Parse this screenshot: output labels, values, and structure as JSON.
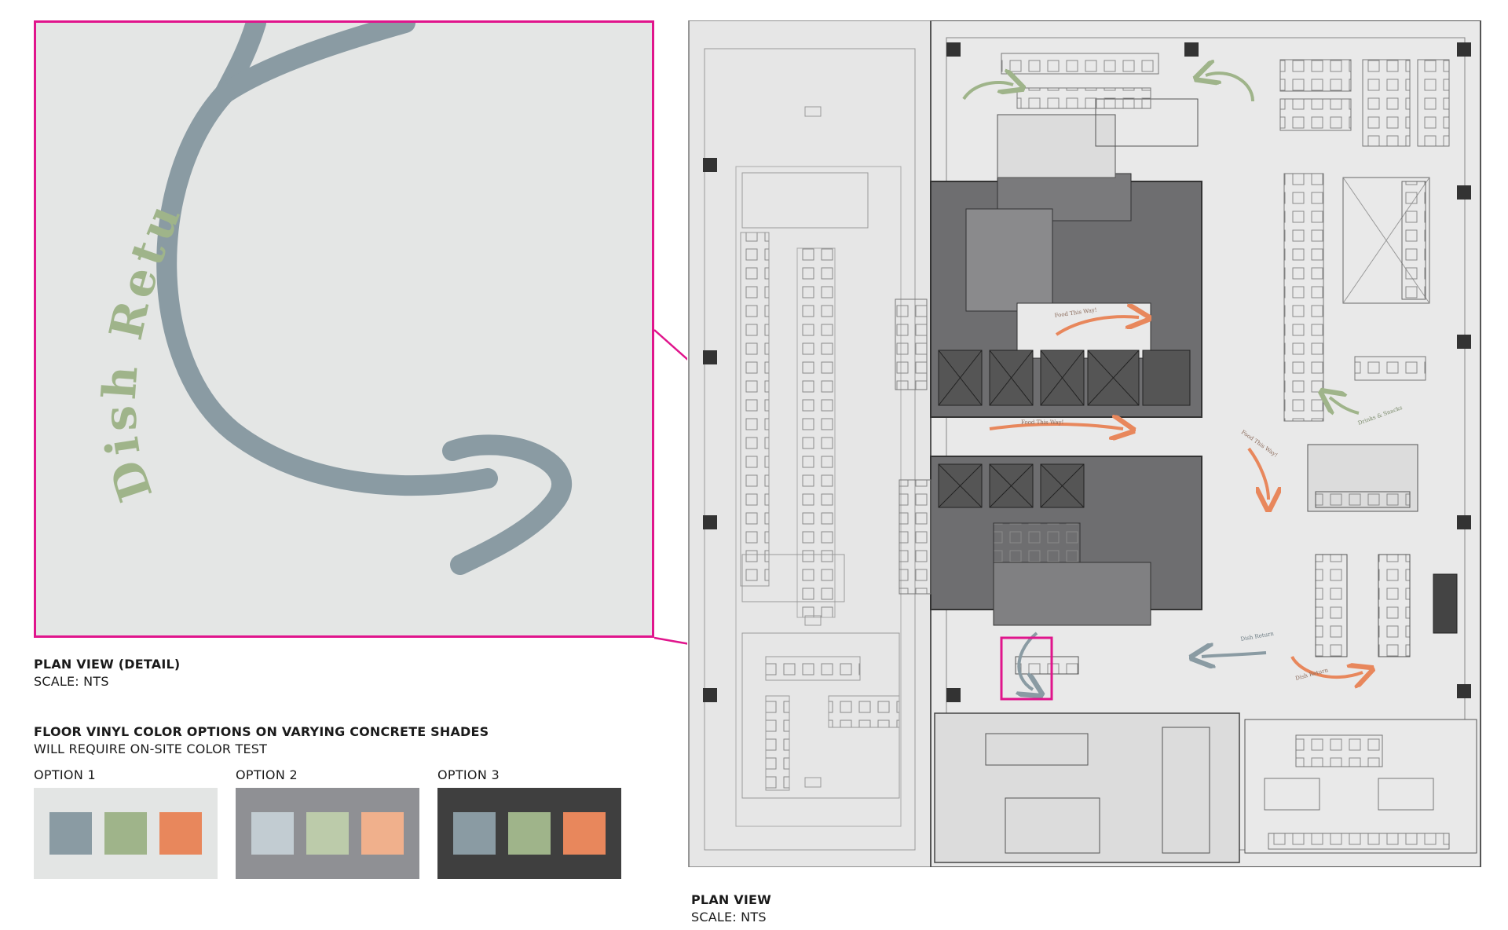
{
  "detail": {
    "label": "Dish Return",
    "colors": {
      "frame": "#e0158c",
      "arrow": "#8a9ba3",
      "text": "#9fb48a",
      "bg": "#e4e6e5"
    }
  },
  "captions": {
    "detail_title": "PLAN VIEW (DETAIL)",
    "detail_scale": "SCALE: NTS",
    "plan_title": "PLAN VIEW",
    "plan_scale": "SCALE: NTS"
  },
  "color_options": {
    "heading": "FLOOR VINYL COLOR OPTIONS ON VARYING CONCRETE SHADES",
    "subheading": "WILL REQUIRE ON-SITE COLOR TEST",
    "options": [
      {
        "label": "OPTION 1",
        "bg": "#e3e5e4",
        "swatches": [
          "#8a9ba3",
          "#9fb48a",
          "#e8875c"
        ]
      },
      {
        "label": "OPTION 2",
        "bg": "#8f9094",
        "swatches": [
          "#c2ccd2",
          "#bccbaa",
          "#f0b08c"
        ]
      },
      {
        "label": "OPTION 3",
        "bg": "#3f3f3f",
        "swatches": [
          "#8a9ba3",
          "#9fb48a",
          "#e8875c"
        ]
      }
    ]
  },
  "plan_annotations": {
    "food_this_way": "Food This Way!",
    "dish_return": "Dish Return",
    "drinks_snacks": "Drinks & Snacks",
    "colors": {
      "orange": "#e8875c",
      "green": "#9fb48a",
      "blue": "#8a9ba3",
      "core": "#6e6e70",
      "highlight": "#e0158c"
    }
  }
}
